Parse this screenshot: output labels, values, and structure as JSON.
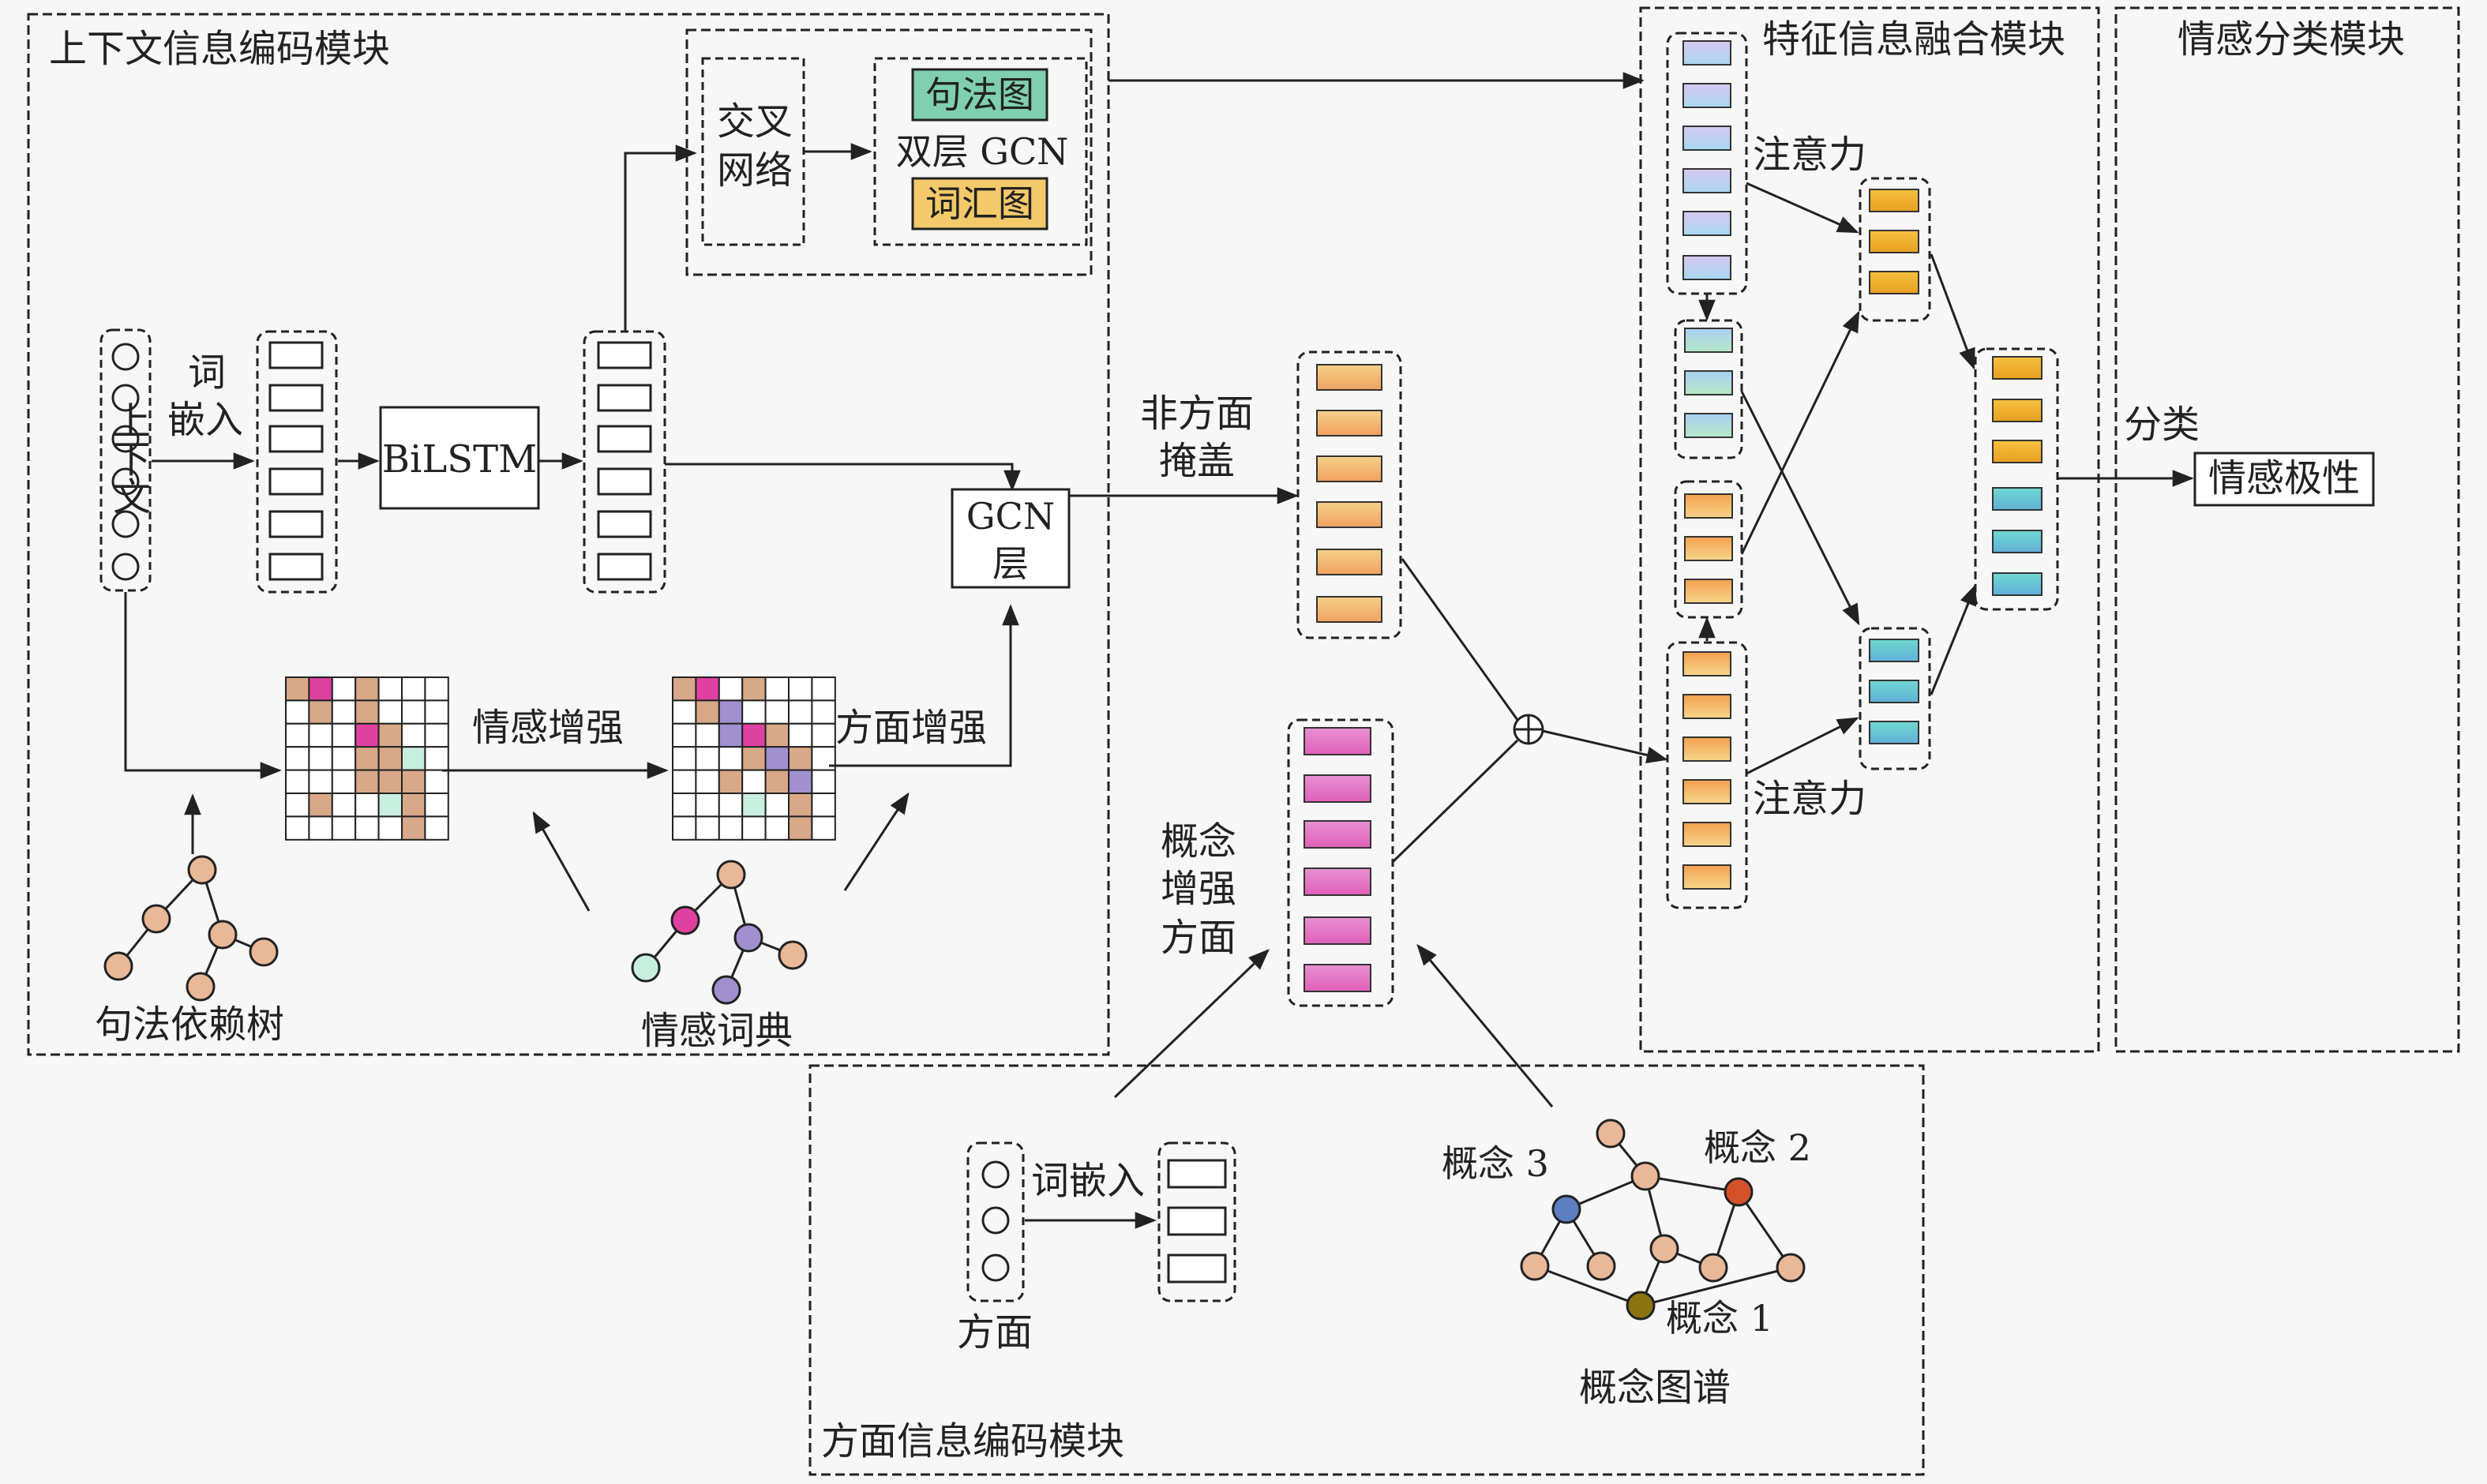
{
  "modules": {
    "context": "上下文信息编码模块",
    "aspect": "方面信息编码模块",
    "fusion": "特征信息融合模块",
    "classify": "情感分类模块"
  },
  "labels": {
    "context_input": "上下文",
    "word_embed_line1": "词",
    "word_embed_line2": "嵌入",
    "bilstm": "BiLSTM",
    "cross_net_line1": "交叉",
    "cross_net_line2": "网络",
    "syntax_graph": "句法图",
    "two_layer_gcn": "双层 GCN",
    "lexical_graph": "词汇图",
    "gcn_line1": "GCN",
    "gcn_line2": "层",
    "sentiment_enhance": "情感增强",
    "aspect_enhance": "方面增强",
    "dependency_tree": "句法依赖树",
    "sentiment_lexicon": "情感词典",
    "non_aspect_mask_line1": "非方面",
    "non_aspect_mask_line2": "掩盖",
    "concept_aspect_line1": "概念",
    "concept_aspect_line2": "增强",
    "concept_aspect_line3": "方面",
    "aspect_word_embed": "词嵌入",
    "aspect_input": "方面",
    "concept_1": "概念 1",
    "concept_2": "概念 2",
    "concept_3": "概念 3",
    "concept_graph": "概念图谱",
    "attention_top": "注意力",
    "attention_bottom": "注意力",
    "classify_label": "分类",
    "sentiment_polarity": "情感极性"
  },
  "colors": {
    "syntax_graph_fill": "#7fcfb0",
    "lexical_graph_fill": "#f3c96a",
    "orange_node": "#e8b898",
    "magenta_node": "#e040a0",
    "purple_node": "#a090d0",
    "mint_node": "#c8eee0",
    "pink_bar": "#e070c0",
    "blue_node": "#5b7fc0",
    "red_node": "#d4522a",
    "olive_node": "#8a7410"
  }
}
